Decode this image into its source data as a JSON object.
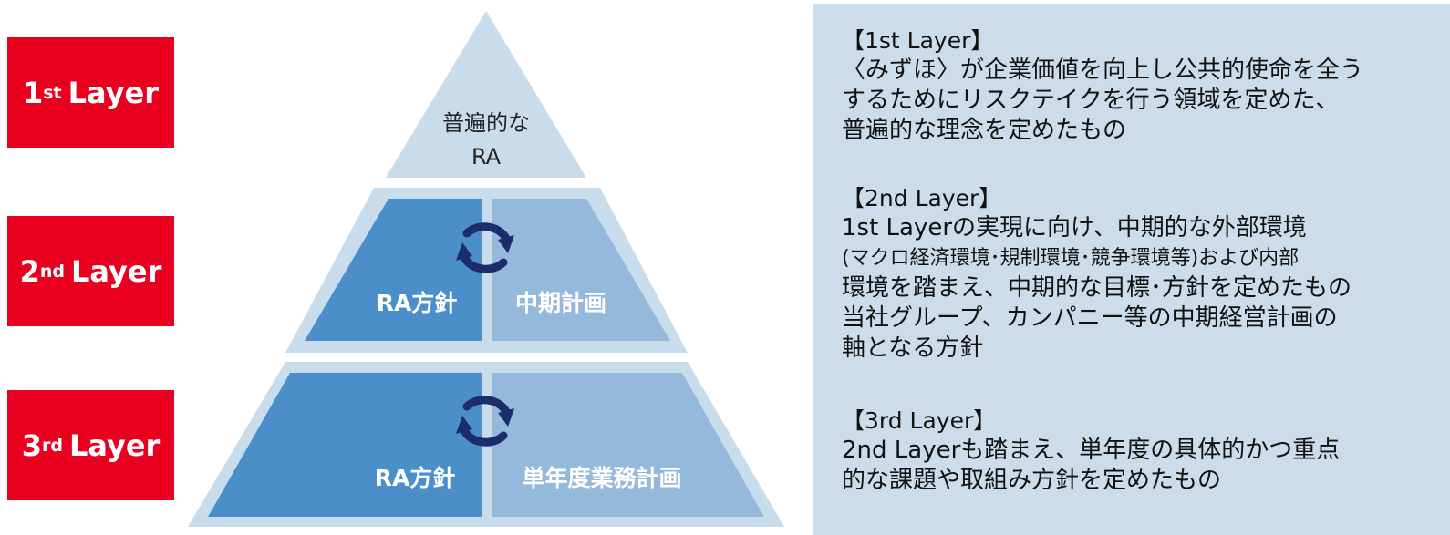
{
  "layers": [
    {
      "num": "1",
      "suffix": "st",
      "word": "Layer"
    },
    {
      "num": "2",
      "suffix": "nd",
      "word": "Layer"
    },
    {
      "num": "3",
      "suffix": "rd",
      "word": "Layer"
    }
  ],
  "pyramid": {
    "top_line1": "普遍的な",
    "top_line2": "RA",
    "mid_left": "RA方針",
    "mid_right": "中期計画",
    "bottom_left": "RA方針",
    "bottom_right": "単年度業務計画"
  },
  "descriptions": [
    {
      "heading": "【1st Layer】",
      "lines": [
        "〈みずほ〉が企業価値を向上し公共的使命を全う",
        "するためにリスクテイクを行う領域を定めた、",
        "普遍的な理念を定めたもの"
      ]
    },
    {
      "heading": "【2nd Layer】",
      "lines": [
        "1st Layerの実現に向け、中期的な外部環境",
        "(マクロ経済環境･規制環境･競争環境等)および内部",
        "環境を踏まえ、中期的な目標･方針を定めたもの",
        "当社グループ、カンパニー等の中期経営計画の",
        "軸となる方針"
      ]
    },
    {
      "heading": "【3rd Layer】",
      "lines": [
        "2nd Layerも踏まえ、単年度の具体的かつ重点",
        "的な課題や取組み方針を定めたもの"
      ]
    }
  ],
  "colors": {
    "layer_red": "#e8001e",
    "pyramid_light": "#c9dcec",
    "pyramid_dark_blue": "#4a8fc9",
    "pyramid_mid_blue": "#94b9da",
    "cycle_navy": "#1b2e6b",
    "panel_bg": "#ccdcea"
  },
  "icons": [
    "cycle-arrow-icon"
  ]
}
